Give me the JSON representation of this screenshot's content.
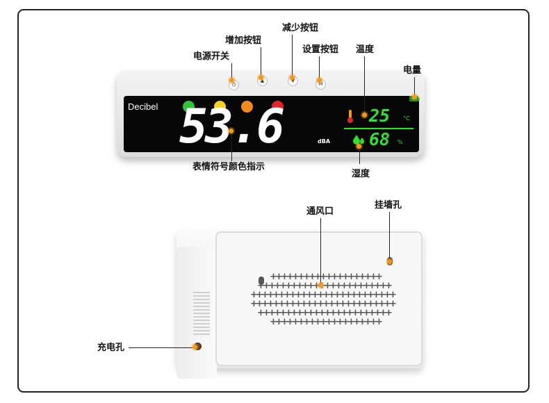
{
  "labels": {
    "power_switch": "电源开关",
    "increase_button": "增加按钮",
    "decrease_button": "减少按钮",
    "settings_button": "设置按钮",
    "temperature": "温度",
    "battery": "电量",
    "emoji_indicator": "表情符号颜色指示",
    "humidity": "湿度",
    "vent": "通风口",
    "wall_hole": "挂墙孔",
    "charging_port": "充电孔"
  },
  "display": {
    "brand": "Decibel",
    "decibel_value": "53.6",
    "decibel_unit": "dBA",
    "temperature_value": "25",
    "temperature_unit": "°C",
    "humidity_value": "68",
    "humidity_unit": "%"
  },
  "buttons": {
    "power": "⏻",
    "up": "▲",
    "down": "▼",
    "mode": "M"
  },
  "colors": {
    "accent_dot": "#f29a1f",
    "display_green": "#2fe12f",
    "face_green": "#33c33a",
    "face_yellow": "#f5d21c",
    "face_orange": "#f28a1c",
    "face_red": "#e0262a"
  }
}
